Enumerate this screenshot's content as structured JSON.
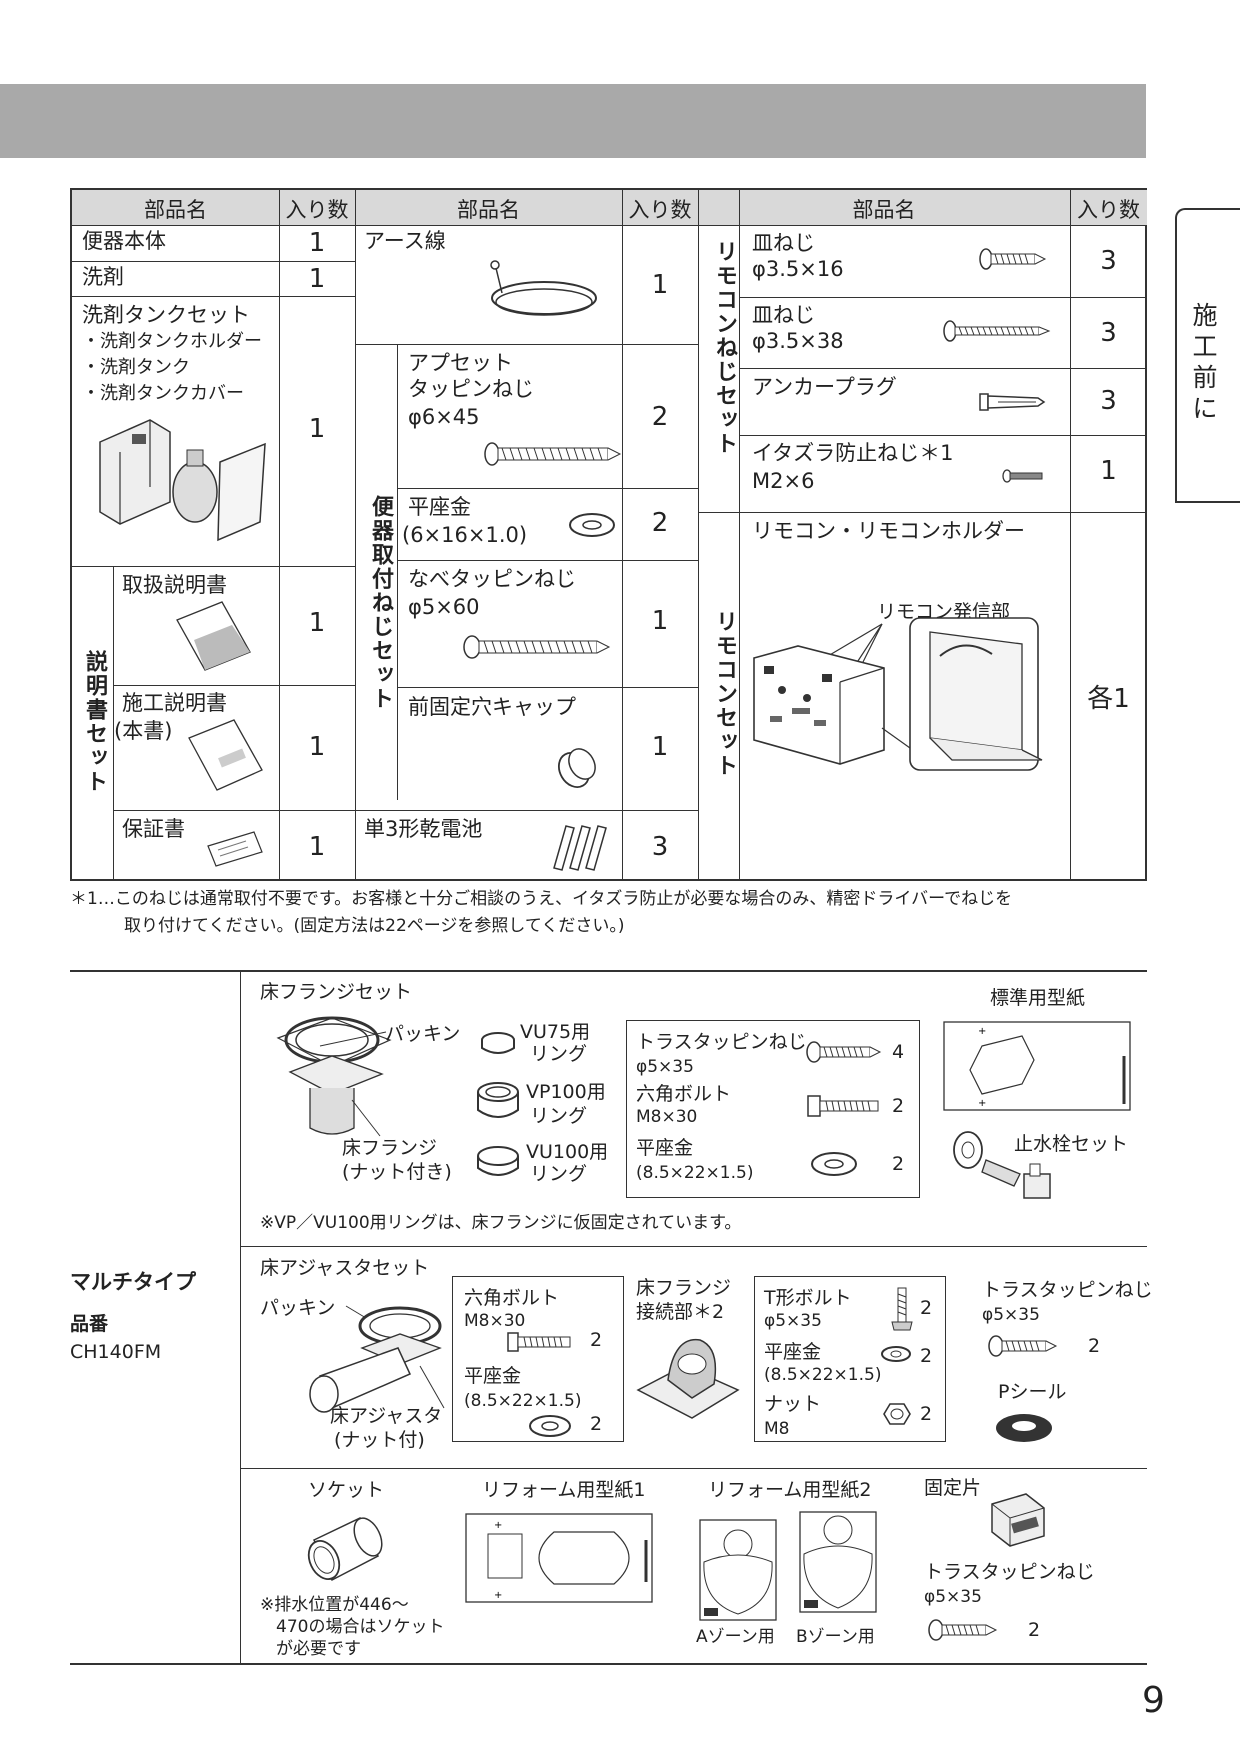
{
  "side_tab": "施工前に",
  "page_number": "9",
  "table": {
    "headers": {
      "name": "部品名",
      "qty": "入り数"
    },
    "left": {
      "rows": [
        {
          "name": "便器本体",
          "qty": "1"
        },
        {
          "name": "洗剤",
          "qty": "1"
        },
        {
          "name": "洗剤タンクセット",
          "items": [
            "・洗剤タンクホルダー",
            "・洗剤タンク",
            "・洗剤タンクカバー"
          ],
          "qty": "1"
        }
      ],
      "manual_set": {
        "group": "説明書セット",
        "rows": [
          {
            "name": "取扱説明書",
            "qty": "1"
          },
          {
            "name": "施工説明書",
            "sub": "(本書)",
            "qty": "1"
          },
          {
            "name": "保証書",
            "qty": "1"
          }
        ]
      }
    },
    "middle": {
      "earth": {
        "name": "アース線",
        "qty": "1"
      },
      "screw_set": {
        "group": "便器取付ねじセット",
        "rows": [
          {
            "name": "アプセット",
            "line2": "タッピンねじ",
            "line3": "φ6×45",
            "qty": "2"
          },
          {
            "name": "平座金",
            "line2": "(6×16×1.0)",
            "qty": "2"
          },
          {
            "name": "なべタッピンねじ",
            "line2": "φ5×60",
            "qty": "1"
          },
          {
            "name": "前固定穴キャップ",
            "qty": "1"
          }
        ]
      },
      "battery": {
        "name": "単3形乾電池",
        "qty": "3"
      }
    },
    "right": {
      "remote_screw_set": {
        "group": "リモコンねじセット",
        "rows": [
          {
            "name": "皿ねじ",
            "line2": "φ3.5×16",
            "qty": "3"
          },
          {
            "name": "皿ねじ",
            "line2": "φ3.5×38",
            "qty": "3"
          },
          {
            "name": "アンカープラグ",
            "qty": "3"
          },
          {
            "name": "イタズラ防止ねじ＊1",
            "line2": "M2×6",
            "qty": "1"
          }
        ]
      },
      "remote_set": {
        "group": "リモコンセット",
        "name": "リモコン・リモコンホルダー",
        "callout": "リモコン発信部",
        "qty": "各1"
      }
    }
  },
  "footnote": {
    "line1": "＊1…このねじは通常取付不要です。お客様と十分ご相談のうえ、イタズラ防止が必要な場合のみ、精密ドライバーでねじを",
    "line2": "取り付けてください。(固定方法は22ページを参照してください。)"
  },
  "multi": {
    "type": "マルチタイプ",
    "part_label": "品番",
    "part_no": "CH140FM",
    "floor_flange": {
      "title": "床フランジセット",
      "packing": "パッキン",
      "flange": "床フランジ",
      "flange_sub": "(ナット付き)",
      "rings": [
        {
          "name": "VU75用",
          "sub": "リング"
        },
        {
          "name": "VP100用",
          "sub": "リング"
        },
        {
          "name": "VU100用",
          "sub": "リング"
        }
      ],
      "box": [
        {
          "name": "トラスタッピンねじ",
          "spec": "φ5×35",
          "qty": "4"
        },
        {
          "name": "六角ボルト",
          "spec": "M8×30",
          "qty": "2"
        },
        {
          "name": "平座金",
          "spec": "(8.5×22×1.5)",
          "qty": "2"
        }
      ],
      "template": "標準用型紙",
      "valve": "止水栓セット",
      "note": "※VP／VU100用リングは、床フランジに仮固定されています。"
    },
    "adjuster": {
      "title": "床アジャスタセット",
      "packing": "パッキン",
      "adjuster": "床アジャスタ",
      "adjuster_sub": "(ナット付)",
      "box1": [
        {
          "name": "六角ボルト",
          "spec": "M8×30",
          "qty": "2"
        },
        {
          "name": "平座金",
          "spec": "(8.5×22×1.5)",
          "qty": "2"
        }
      ],
      "connector": "床フランジ",
      "connector_sub": "接続部＊2",
      "box2": [
        {
          "name": "T形ボルト",
          "spec": "φ5×35",
          "qty": "2"
        },
        {
          "name": "平座金",
          "spec": "(8.5×22×1.5)",
          "qty": "2"
        },
        {
          "name": "ナット",
          "spec": "M8",
          "qty": "2"
        }
      ],
      "screw": "トラスタッピンねじ",
      "screw_spec": "φ5×35",
      "screw_qty": "2",
      "seal": "Pシール"
    },
    "bottom": {
      "socket": "ソケット",
      "socket_note1": "※排水位置が446〜",
      "socket_note2": "470の場合はソケット",
      "socket_note3": "が必要です",
      "reform1": "リフォーム用型紙1",
      "reform2": "リフォーム用型紙2",
      "zone_a": "Aゾーン用",
      "zone_b": "Bゾーン用",
      "fixer": "固定片",
      "screw": "トラスタッピンねじ",
      "screw_spec": "φ5×35",
      "screw_qty": "2"
    }
  }
}
